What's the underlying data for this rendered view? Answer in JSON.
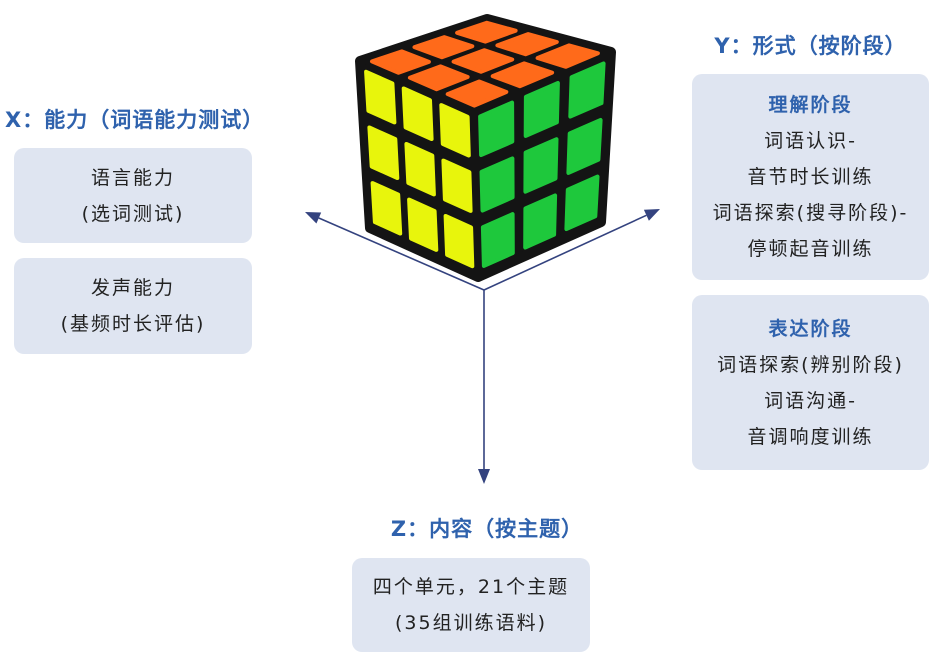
{
  "colors": {
    "accent": "#2f62ad",
    "box_bg": "#dfe5f1",
    "text": "#222222",
    "arrow": "#34437f"
  },
  "cube": {
    "icon": "rubiks-cube",
    "top_color": "#ff6a1a",
    "left_color": "#e8f50c",
    "right_color": "#1ec83c",
    "body_color": "#141414"
  },
  "x_axis": {
    "title": "X：能力（词语能力测试）",
    "boxes": [
      {
        "lines": [
          "语言能力",
          "(选词测试)"
        ]
      },
      {
        "lines": [
          "发声能力",
          "(基频时长评估)"
        ]
      }
    ]
  },
  "y_axis": {
    "title": "Y：形式（按阶段）",
    "boxes": [
      {
        "heading": "理解阶段",
        "lines": [
          "词语认识-",
          "音节时长训练",
          "词语探索(搜寻阶段)-",
          "停顿起音训练"
        ]
      },
      {
        "heading": "表达阶段",
        "lines": [
          "词语探索(辨别阶段)",
          "词语沟通-",
          "音调响度训练"
        ]
      }
    ]
  },
  "z_axis": {
    "title": "Z：内容（按主题）",
    "boxes": [
      {
        "lines": [
          "四个单元，21个主题",
          "(35组训练语料)"
        ]
      }
    ]
  }
}
